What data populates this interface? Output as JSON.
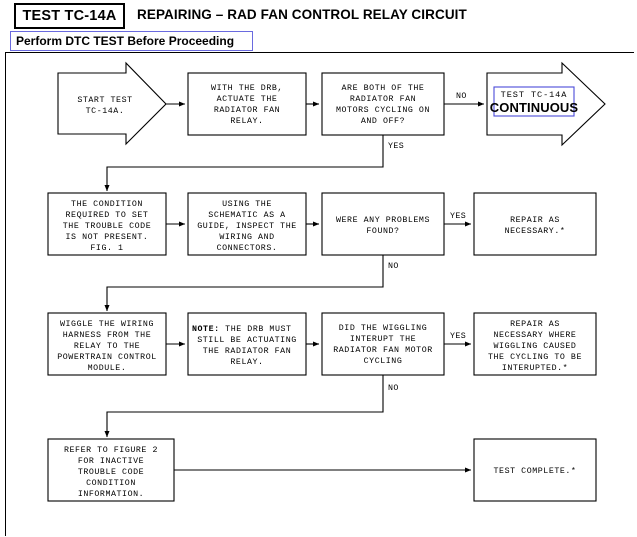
{
  "header": {
    "test_id": "TEST TC-14A",
    "title": "REPAIRING – RAD FAN CONTROL RELAY CIRCUIT",
    "dtc_note": "Perform DTC TEST Before Proceeding"
  },
  "colors": {
    "note_border": "#6a6adf",
    "chip_border": "#4a4ad8",
    "stroke": "#000000",
    "fill": "#ffffff"
  },
  "chart_data": {
    "type": "diagram",
    "title": "REPAIRING – RAD FAN CONTROL RELAY CIRCUIT",
    "nodes": [
      {
        "id": "start",
        "shape": "arrow-right",
        "row": 1,
        "lines": [
          "START TEST",
          "TC-14A."
        ]
      },
      {
        "id": "actuate",
        "shape": "rect",
        "row": 1,
        "lines": [
          "WITH THE DRB,",
          "ACTUATE THE",
          "RADIATOR FAN",
          "RELAY."
        ]
      },
      {
        "id": "cycling-q",
        "shape": "rect",
        "row": 1,
        "lines": [
          "ARE BOTH OF THE",
          "RADIATOR FAN",
          "MOTORS CYCLING ON",
          "AND OFF?"
        ]
      },
      {
        "id": "continuous",
        "shape": "arrow-right",
        "row": 1,
        "lines": [
          "TEST TC-14A",
          "CONTINUOUS"
        ],
        "chip": true
      },
      {
        "id": "condition",
        "shape": "rect",
        "row": 2,
        "lines": [
          "THE CONDITION",
          "REQUIRED TO SET",
          "THE TROUBLE CODE",
          "IS NOT PRESENT.",
          "FIG. 1"
        ]
      },
      {
        "id": "inspect",
        "shape": "rect",
        "row": 2,
        "lines": [
          "USING THE",
          "SCHEMATIC AS A",
          "GUIDE, INSPECT THE",
          "WIRING AND",
          "CONNECTORS."
        ]
      },
      {
        "id": "problems-q",
        "shape": "rect",
        "row": 2,
        "lines": [
          "WERE ANY PROBLEMS",
          "FOUND?"
        ]
      },
      {
        "id": "repair1",
        "shape": "rect",
        "row": 2,
        "lines": [
          "REPAIR AS",
          "NECESSARY.*"
        ]
      },
      {
        "id": "wiggle",
        "shape": "rect",
        "row": 3,
        "lines": [
          "WIGGLE THE WIRING",
          "HARNESS FROM THE",
          "RELAY TO THE",
          "POWERTRAIN CONTROL",
          "MODULE."
        ]
      },
      {
        "id": "note",
        "shape": "rect",
        "row": 3,
        "lines": [
          "NOTE: THE DRB MUST",
          "STILL BE ACTUATING",
          "THE RADIATOR FAN",
          "RELAY."
        ],
        "bold_prefix": "NOTE:"
      },
      {
        "id": "interupt-q",
        "shape": "rect",
        "row": 3,
        "lines": [
          "DID THE WIGGLING",
          "INTERUPT THE",
          "RADIATOR FAN MOTOR",
          "CYCLING"
        ]
      },
      {
        "id": "repair2",
        "shape": "rect",
        "row": 3,
        "lines": [
          "REPAIR AS",
          "NECESSARY WHERE",
          "WIGGLING CAUSED",
          "THE CYCLING TO BE",
          "INTERUPTED.*"
        ]
      },
      {
        "id": "figure2",
        "shape": "rect",
        "row": 4,
        "lines": [
          "REFER TO FIGURE 2",
          "FOR INACTIVE",
          "TROUBLE CODE",
          "CONDITION",
          "INFORMATION."
        ]
      },
      {
        "id": "complete",
        "shape": "rect",
        "row": 4,
        "lines": [
          "TEST COMPLETE.*"
        ]
      }
    ],
    "edges": [
      {
        "from": "start",
        "to": "actuate",
        "label": ""
      },
      {
        "from": "actuate",
        "to": "cycling-q",
        "label": ""
      },
      {
        "from": "cycling-q",
        "to": "continuous",
        "label": "NO"
      },
      {
        "from": "cycling-q",
        "to": "condition",
        "label": "YES"
      },
      {
        "from": "condition",
        "to": "inspect",
        "label": ""
      },
      {
        "from": "inspect",
        "to": "problems-q",
        "label": ""
      },
      {
        "from": "problems-q",
        "to": "repair1",
        "label": "YES"
      },
      {
        "from": "problems-q",
        "to": "wiggle",
        "label": "NO"
      },
      {
        "from": "wiggle",
        "to": "note",
        "label": ""
      },
      {
        "from": "note",
        "to": "interupt-q",
        "label": ""
      },
      {
        "from": "interupt-q",
        "to": "repair2",
        "label": "YES"
      },
      {
        "from": "interupt-q",
        "to": "figure2",
        "label": "NO"
      },
      {
        "from": "figure2",
        "to": "complete",
        "label": ""
      }
    ]
  },
  "nodes": {
    "start": {
      "l1": "START TEST",
      "l2": "TC-14A."
    },
    "actuate": {
      "l1": "WITH THE DRB,",
      "l2": "ACTUATE THE",
      "l3": "RADIATOR FAN",
      "l4": "RELAY."
    },
    "cycling_q": {
      "l1": "ARE BOTH OF THE",
      "l2": "RADIATOR FAN",
      "l3": "MOTORS CYCLING ON",
      "l4": "AND OFF?"
    },
    "continuous": {
      "l1": "TEST  TC-14A",
      "l2": "CONTINUOUS"
    },
    "condition": {
      "l1": "THE CONDITION",
      "l2": "REQUIRED TO SET",
      "l3": "THE TROUBLE CODE",
      "l4": "IS NOT PRESENT.",
      "l5": "FIG. 1"
    },
    "inspect": {
      "l1": "USING THE",
      "l2": "SCHEMATIC AS A",
      "l3": "GUIDE, INSPECT THE",
      "l4": "WIRING AND",
      "l5": "CONNECTORS."
    },
    "problems_q": {
      "l1": "WERE ANY PROBLEMS",
      "l2": "FOUND?"
    },
    "repair1": {
      "l1": "REPAIR AS",
      "l2": "NECESSARY.*"
    },
    "wiggle": {
      "l1": "WIGGLE THE WIRING",
      "l2": "HARNESS FROM THE",
      "l3": "RELAY TO THE",
      "l4": "POWERTRAIN CONTROL",
      "l5": "MODULE."
    },
    "note": {
      "bold": "NOTE:",
      "l1rest": " THE DRB MUST",
      "l2": "STILL BE ACTUATING",
      "l3": "THE RADIATOR FAN",
      "l4": "RELAY."
    },
    "interupt_q": {
      "l1": "DID THE WIGGLING",
      "l2": "INTERUPT THE",
      "l3": "RADIATOR FAN MOTOR",
      "l4": "CYCLING"
    },
    "repair2": {
      "l1": "REPAIR AS",
      "l2": "NECESSARY WHERE",
      "l3": "WIGGLING CAUSED",
      "l4": "THE CYCLING TO BE",
      "l5": "INTERUPTED.*"
    },
    "figure2": {
      "l1": "REFER TO FIGURE 2",
      "l2": "FOR INACTIVE",
      "l3": "TROUBLE CODE",
      "l4": "CONDITION",
      "l5": "INFORMATION."
    },
    "complete": {
      "l1": "TEST COMPLETE.*"
    }
  },
  "labels": {
    "no1": "NO",
    "yes1": "YES",
    "yes2": "YES",
    "no2": "NO",
    "yes3": "YES",
    "no3": "NO"
  }
}
